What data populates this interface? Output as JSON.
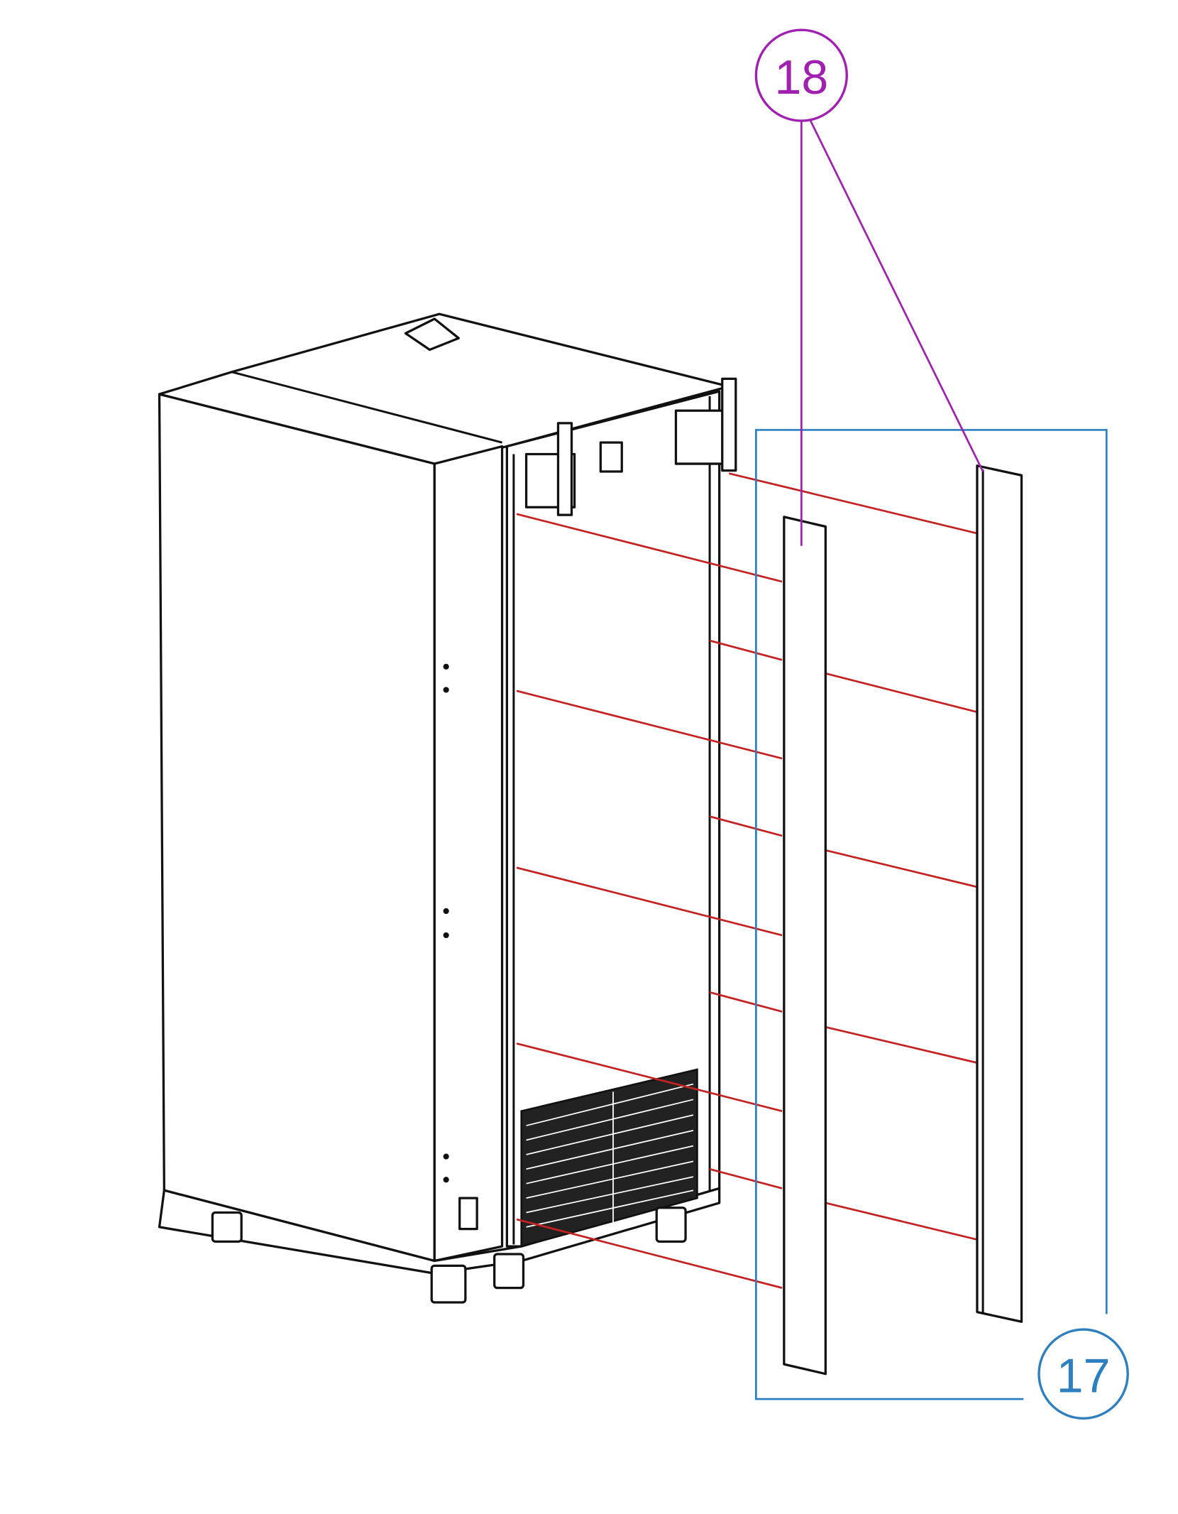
{
  "diagram": {
    "type": "exploded-parts-view",
    "callouts": [
      {
        "id": "part-18",
        "label": "18",
        "color": "#a020b0"
      },
      {
        "id": "part-17",
        "label": "17",
        "color": "#2e7fc0"
      }
    ],
    "connector_color": "#c42222"
  }
}
